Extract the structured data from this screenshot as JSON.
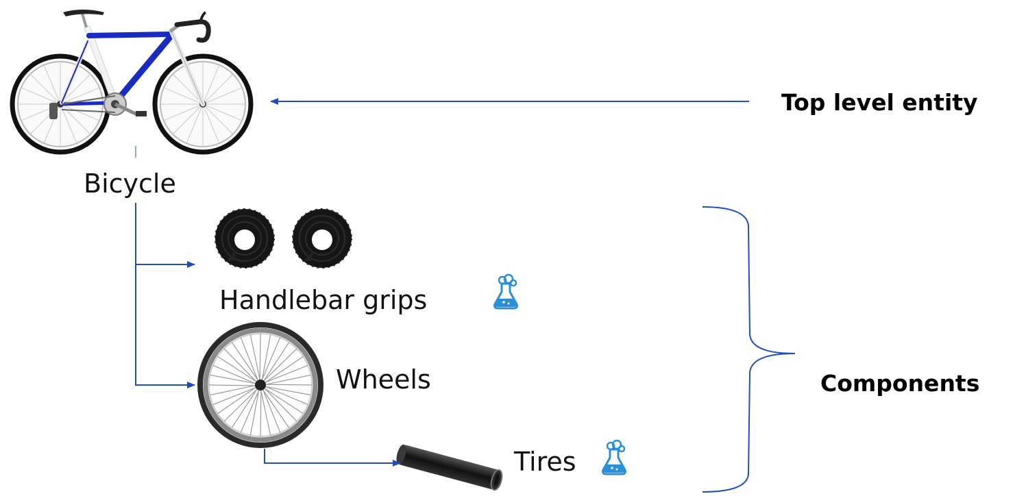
{
  "nodes": {
    "bicycle": {
      "label": "Bicycle",
      "icon": "bicycle-icon"
    },
    "handlebar_grips": {
      "label": "Handlebar grips",
      "icon": "handlebar-grip-rolls-icon",
      "badge_icon": "flask-icon"
    },
    "wheels": {
      "label": "Wheels",
      "icon": "wheel-icon"
    },
    "tires": {
      "label": "Tires",
      "icon": "tire-tube-icon",
      "badge_icon": "flask-icon"
    }
  },
  "annotations": {
    "top_level": "Top level entity",
    "components": "Components"
  },
  "colors": {
    "connector": "#1f4fbf",
    "frame_blue": "#1a2bbf",
    "badge_blue": "#2a8fd6",
    "text": "#111111"
  }
}
